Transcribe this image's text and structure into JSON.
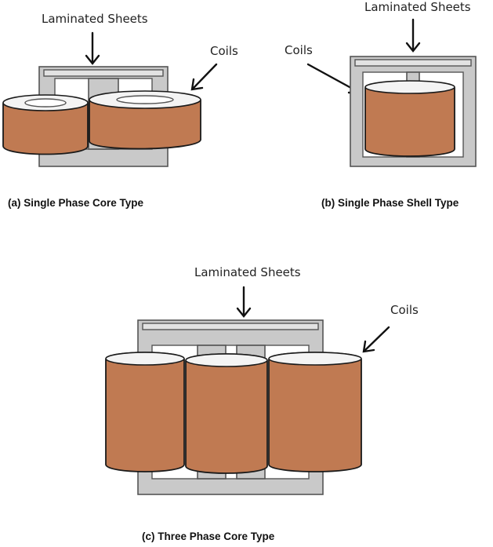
{
  "labels": {
    "laminated_sheets": "Laminated Sheets",
    "coils": "Coils"
  },
  "captions": {
    "a": "(a) Single Phase Core Type",
    "b": "(b) Single Phase Shell Type",
    "c": "(c) Three Phase Core Type"
  },
  "colors": {
    "core": "#c9c9c9",
    "coil": "#c07a52",
    "outline": "#1a1a1a"
  }
}
